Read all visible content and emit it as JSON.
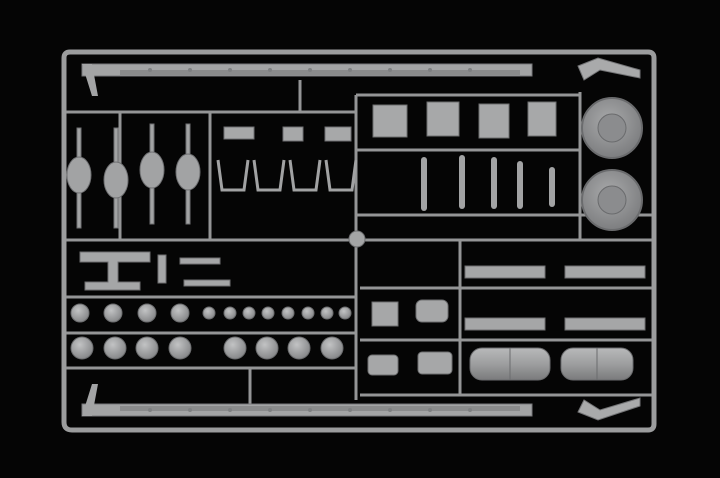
{
  "scene": {
    "subject": "model-kit-sprue",
    "background_color": "#050505",
    "plastic_color": "#9b9c9d",
    "plastic_light": "#b5b6b7",
    "plastic_dark": "#6f7072"
  },
  "components": {
    "frame": "sprue-frame",
    "chassis_rails": [
      "chassis-rail-top",
      "chassis-rail-bottom"
    ],
    "tow_hooks": [
      "tow-hook-top",
      "tow-hook-bottom"
    ],
    "axle_housings": 4,
    "fuel_tanks": 2,
    "tires": 2,
    "suspension_arms": 4,
    "road_wheels_row_1": 8,
    "road_wheels_row_2": 8
  }
}
